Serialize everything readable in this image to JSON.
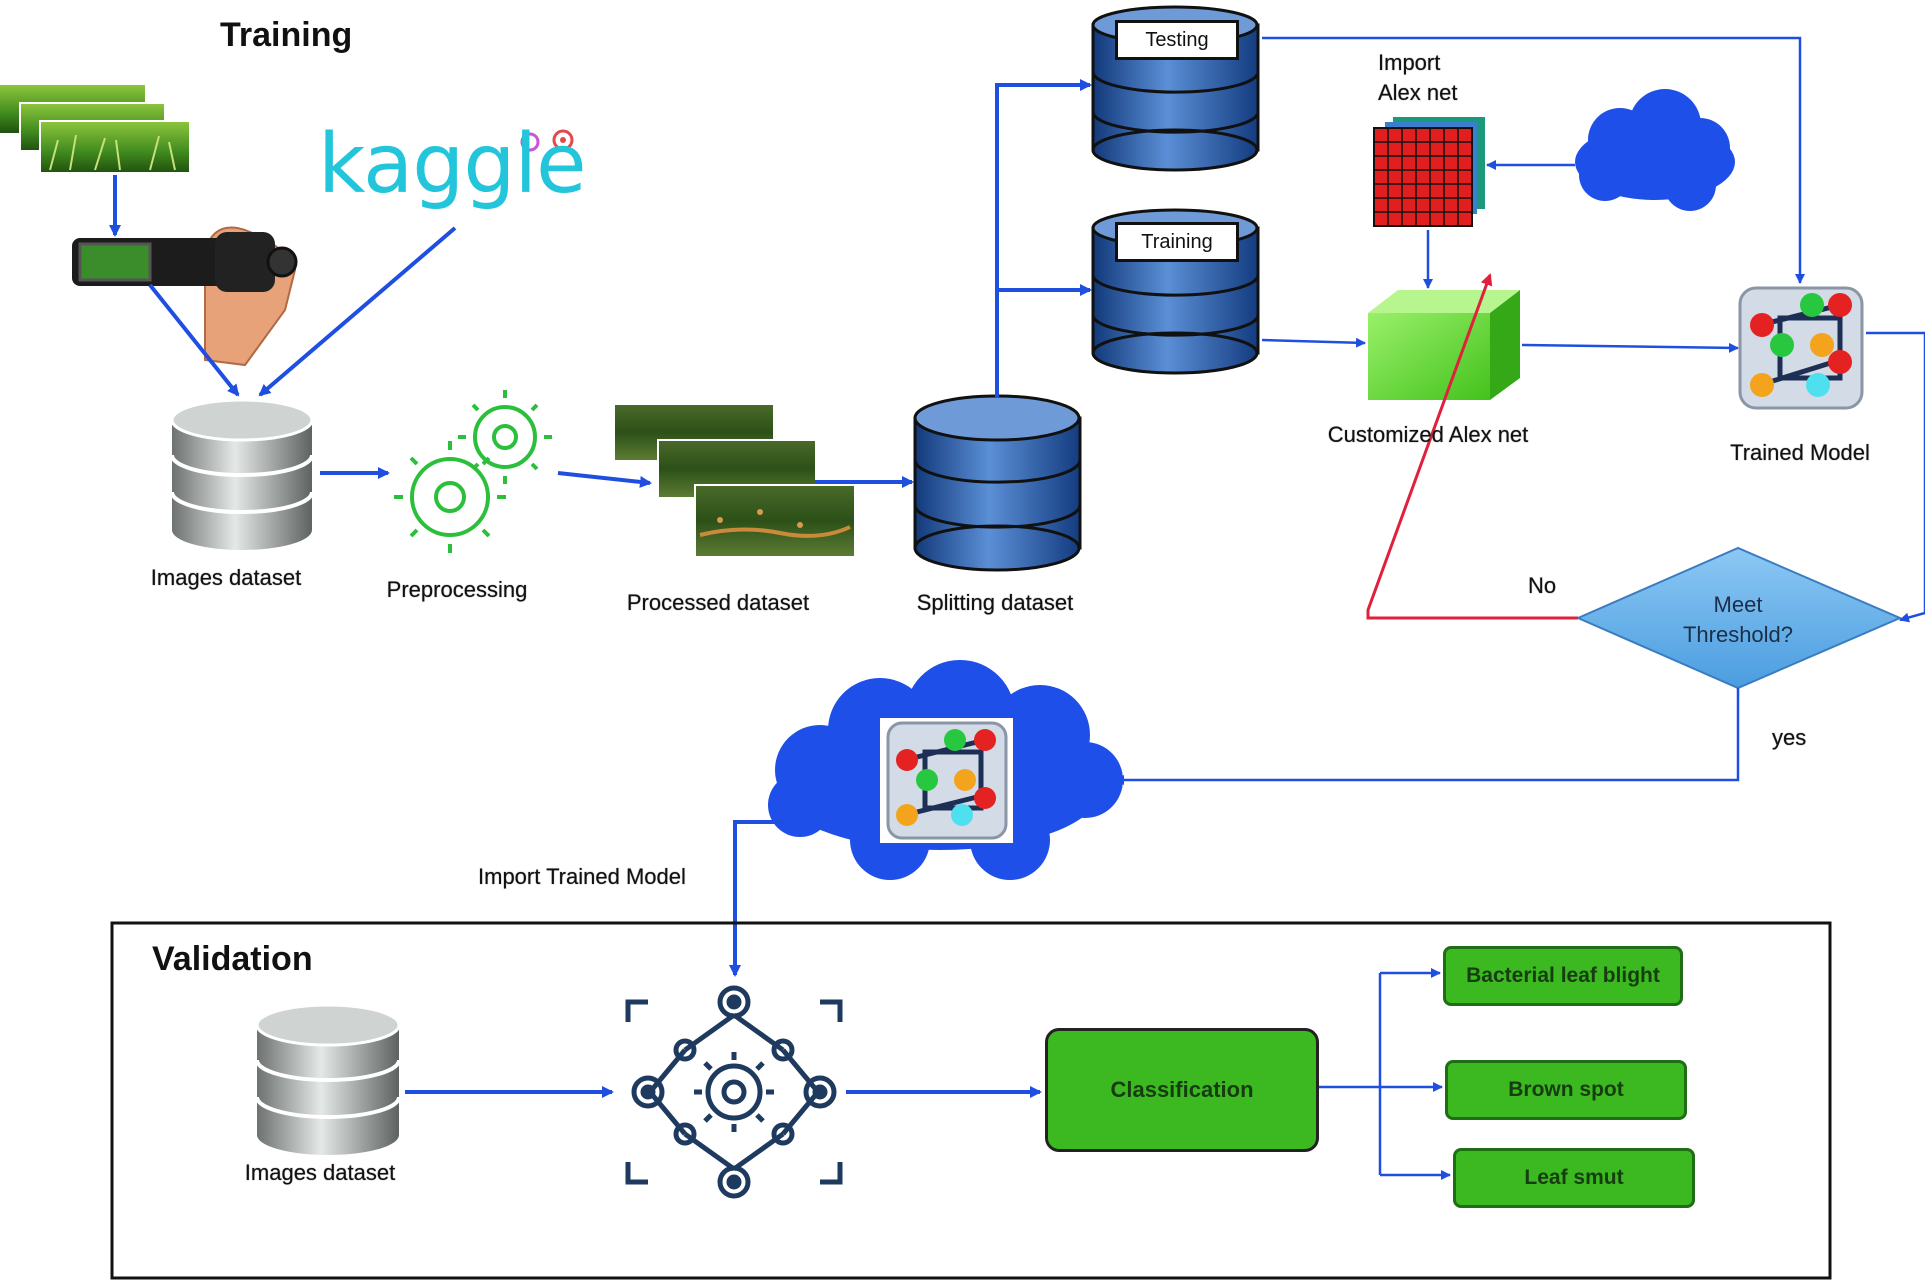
{
  "training_title": "Training",
  "validation_title": "Validation",
  "logo_text": "kaggle",
  "training_pipeline": {
    "images_dataset": "Images dataset",
    "preprocessing": "Preprocessing",
    "processed_dataset": "Processed dataset",
    "splitting_dataset": "Splitting dataset",
    "testing_tag": "Testing",
    "training_tag": "Training",
    "import_alexnet_line1": "Import",
    "import_alexnet_line2": "Alex net",
    "customized_alexnet": "Customized Alex net",
    "trained_model": "Trained  Model",
    "decision_line1": "Meet",
    "decision_line2": "Threshold?",
    "no_label": "No",
    "yes_label": "yes",
    "import_trained_model": "Import Trained  Model"
  },
  "validation_pipeline": {
    "images_dataset": "Images dataset",
    "classification": "Classification",
    "outputs": [
      "Bacterial leaf blight",
      "Brown spot",
      "Leaf smut"
    ]
  },
  "colors": {
    "flow_arrow": "#1f4fe0",
    "reject_arrow": "#e0203c",
    "green_box": "#3cb821",
    "decision_fill": "#6bb5ee",
    "cloud_fill": "#1e4fe8",
    "database_blue": "#1f5fbf",
    "kaggle_logo": "#22c5da"
  },
  "icons": [
    "rice-field-photos",
    "video-camera-icon",
    "kaggle-logo",
    "database-icon",
    "gears-icon",
    "leaf-images",
    "cloud-icon",
    "alexnet-grid-icon",
    "green-cube-icon",
    "network-model-icon",
    "neural-gear-network-icon"
  ]
}
